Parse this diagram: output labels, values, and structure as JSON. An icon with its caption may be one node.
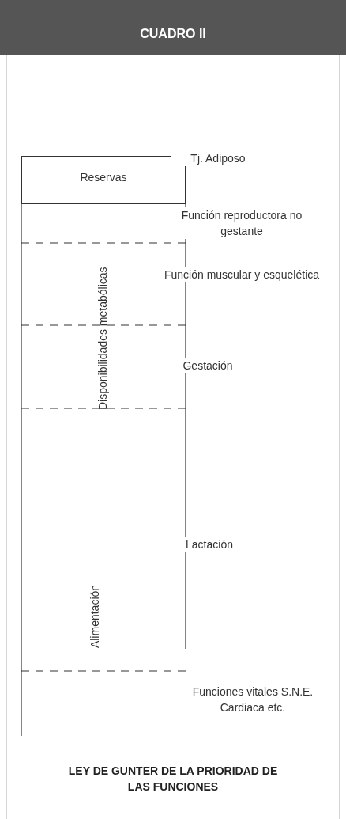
{
  "diagram": {
    "title": "CUADRO II",
    "caption": "LEY DE GUNTER DE LA PRIORIDAD DE LAS FUNCIONES",
    "nodes": [
      {
        "text": [
          "Reservas"
        ]
      }
    ],
    "labels": [
      "Tj. Adiposo",
      "Función reproductora no gestante",
      "Función muscular y esquelética",
      "Disponibilidades metabólicas",
      "Gestación",
      "Lactación",
      "Alimentación",
      "Funciones vitales S.N.E. Cardiaca etc."
    ]
  }
}
